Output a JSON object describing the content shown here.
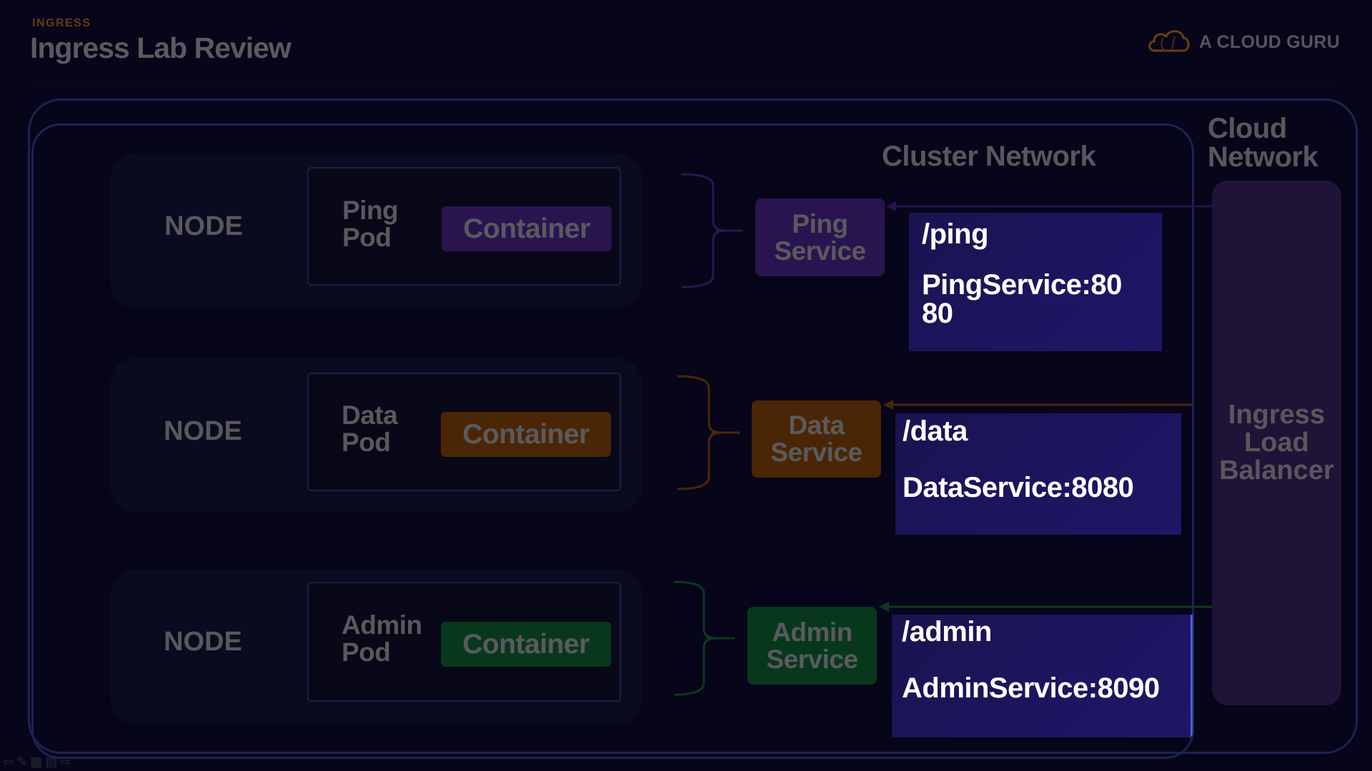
{
  "header": {
    "kicker": "INGRESS",
    "title": "Ingress Lab Review",
    "brand": "A CLOUD GURU",
    "brand_icon": "cloud-icon"
  },
  "colors": {
    "background": "#06051a",
    "network_border": "#1e2350",
    "ping_accent": "#2a1450",
    "data_accent": "#4a2606",
    "admin_accent": "#08381c",
    "route_box": "#1a1458",
    "ingress_lb": "#201338"
  },
  "diagram": {
    "cloud_network_label_line1": "Cloud",
    "cloud_network_label_line2": "Network",
    "cluster_network_label": "Cluster Network",
    "ingress_lb": {
      "line1": "Ingress",
      "line2": "Load",
      "line3": "Balancer"
    },
    "rows": [
      {
        "node_label": "NODE",
        "pod_line1": "Ping",
        "pod_line2": "Pod",
        "container_label": "Container",
        "service_line1": "Ping",
        "service_line2": "Service",
        "route_path": "/ping",
        "route_target_line1": "PingService:80",
        "route_target_line2": "80"
      },
      {
        "node_label": "NODE",
        "pod_line1": "Data",
        "pod_line2": "Pod",
        "container_label": "Container",
        "service_line1": "Data",
        "service_line2": "Service",
        "route_path": "/data",
        "route_target_line1": "DataService:8080"
      },
      {
        "node_label": "NODE",
        "pod_line1": "Admin",
        "pod_line2": "Pod",
        "container_label": "Container",
        "service_line1": "Admin",
        "service_line2": "Service",
        "route_path": "/admin",
        "route_target_line1": "AdminService:8090"
      }
    ]
  },
  "toolbar": {
    "icons": [
      "arrow-left-icon",
      "pencil-icon",
      "grid-icon",
      "menu-icon",
      "arrow-right-icon"
    ],
    "glyphs": [
      "⇦",
      "✎",
      "▦",
      "▤",
      "⇨"
    ]
  }
}
